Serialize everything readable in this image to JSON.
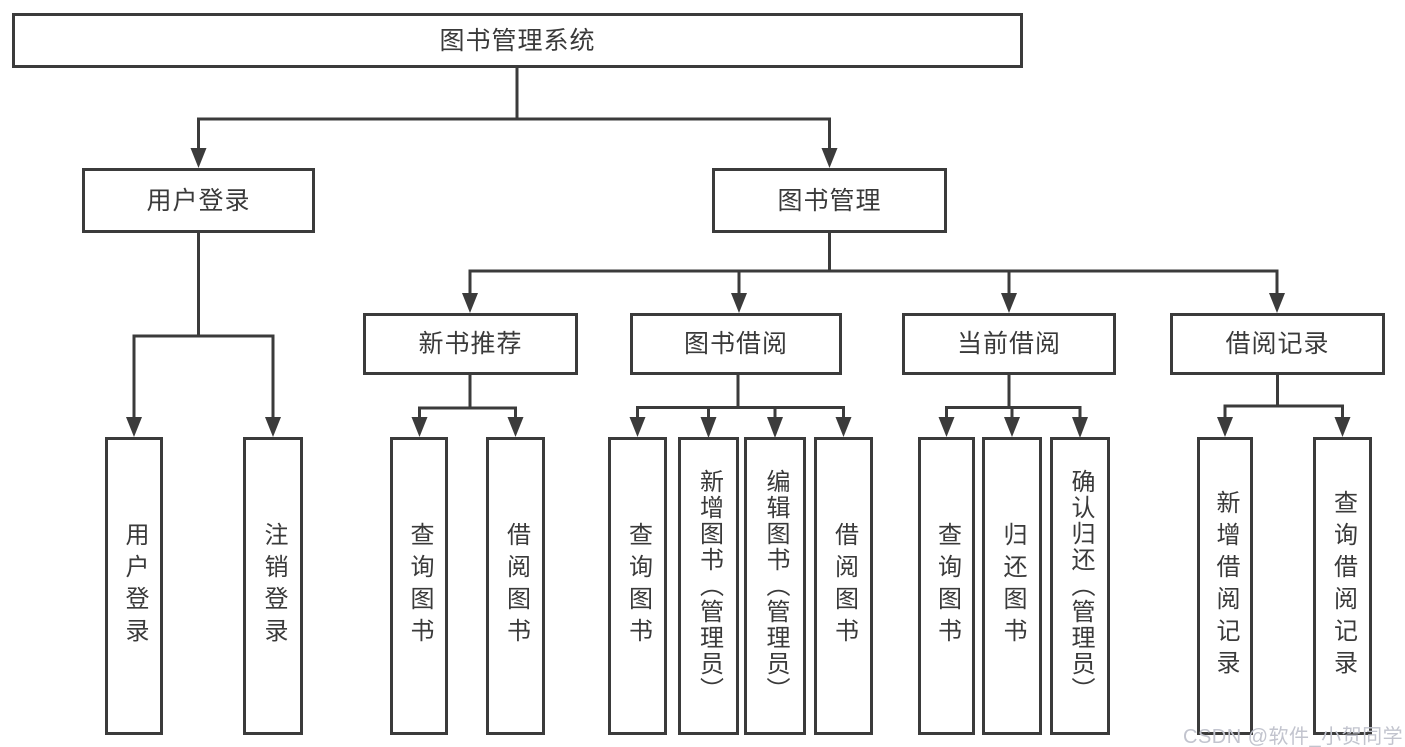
{
  "nodes": {
    "root": {
      "id": "library-management-system",
      "label": "图书管理系统"
    },
    "level2": [
      {
        "id": "user-login",
        "label": "用户登录"
      },
      {
        "id": "book-management",
        "label": "图书管理"
      }
    ],
    "level3": [
      {
        "id": "new-book-recommend",
        "label": "新书推荐",
        "parent": "图书管理"
      },
      {
        "id": "book-borrowing",
        "label": "图书借阅",
        "parent": "图书管理"
      },
      {
        "id": "current-borrowing",
        "label": "当前借阅",
        "parent": "图书管理"
      },
      {
        "id": "borrowing-records",
        "label": "借阅记录",
        "parent": "图书管理"
      }
    ],
    "leaves": [
      {
        "id": "user-login-action",
        "label": "用户登录",
        "parent": "用户登录"
      },
      {
        "id": "logout-action",
        "label": "注销登录",
        "parent": "用户登录"
      },
      {
        "id": "query-books-recommend",
        "label": "查询图书",
        "parent": "新书推荐"
      },
      {
        "id": "borrow-books-recommend",
        "label": "借阅图书",
        "parent": "新书推荐"
      },
      {
        "id": "query-books-borrowing",
        "label": "查询图书",
        "parent": "图书借阅"
      },
      {
        "id": "add-books-admin",
        "label": "新增图书（管理员）",
        "parent": "图书借阅"
      },
      {
        "id": "edit-books-admin",
        "label": "编辑图书（管理员）",
        "parent": "图书借阅"
      },
      {
        "id": "borrow-books",
        "label": "借阅图书",
        "parent": "图书借阅"
      },
      {
        "id": "query-books-current",
        "label": "查询图书",
        "parent": "当前借阅"
      },
      {
        "id": "return-books",
        "label": "归还图书",
        "parent": "当前借阅"
      },
      {
        "id": "confirm-return-admin",
        "label": "确认归还（管理员）",
        "parent": "当前借阅"
      },
      {
        "id": "add-borrowing-record",
        "label": "新增借阅记录",
        "parent": "借阅记录"
      },
      {
        "id": "query-borrowing-record",
        "label": "查询借阅记录",
        "parent": "借阅记录"
      }
    ]
  },
  "watermark": {
    "text": "CSDN @软件_小贺同学"
  },
  "colors": {
    "line": "#3b3b3b",
    "text": "#3a3a3a",
    "node_bg": "#ffffff",
    "page_bg": "#ffffff",
    "watermark": "#c2c4ce"
  }
}
